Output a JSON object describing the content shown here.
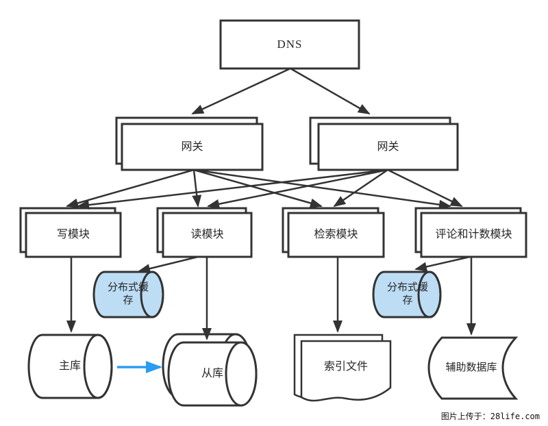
{
  "diagram": {
    "nodes": {
      "dns": {
        "label": "DNS"
      },
      "gateway_left": {
        "label": "网关"
      },
      "gateway_right": {
        "label": "网关"
      },
      "write_module": {
        "label": "写模块"
      },
      "read_module": {
        "label": "读模块"
      },
      "search_module": {
        "label": "检索模块"
      },
      "comment_module": {
        "label": "评论和计数模块"
      },
      "cache_left": {
        "label": "分布式缓存"
      },
      "cache_right": {
        "label": "分布式缓存"
      },
      "master_db": {
        "label": "主库"
      },
      "slave_db": {
        "label": "从库"
      },
      "index_file": {
        "label": "索引文件"
      },
      "aux_db": {
        "label": "辅助数据库"
      }
    },
    "colors": {
      "line": "#333333",
      "shape_fill": "#ffffff",
      "cache_fill": "#bdddf5",
      "replication_arrow": "#2b9cf2"
    }
  },
  "watermark": {
    "text": "图片上传于：28life.com"
  }
}
